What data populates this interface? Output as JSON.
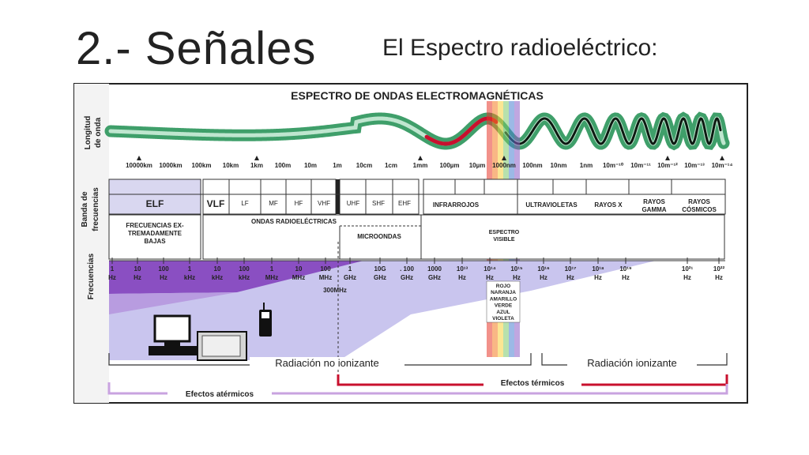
{
  "slide": {
    "title": "2.- Señales",
    "subtitle": "El Espectro radioeléctrico:"
  },
  "diagram": {
    "title": "ESPECTRO DE ONDAS ELECTROMAGNÉTICAS",
    "row_labels": {
      "wavelength": [
        "Longitud",
        "de onda"
      ],
      "band": [
        "Banda de",
        "frecuencias"
      ],
      "freq": "Frecuencias"
    },
    "wavelength_ticks": [
      "10000km",
      "1000km",
      "100km",
      "10km",
      "1km",
      "100m",
      "10m",
      "1m",
      "10cm",
      "1cm",
      "1mm",
      "100µm",
      "10µm",
      "1000nm",
      "100nm",
      "10nm",
      "1nm",
      "10m⁻¹⁰",
      "10m⁻¹¹",
      "10m⁻¹²",
      "10m⁻¹³",
      "10m⁻¹⁴"
    ],
    "bands_radio": [
      "ELF",
      "VLF",
      "LF",
      "MF",
      "HF",
      "VHF",
      "UHF",
      "SHF",
      "EHF"
    ],
    "bands_optical": [
      "INFRARROJOS",
      "ULTRAVIOLETAS",
      "RAYOS X",
      "RAYOS GAMMA",
      "RAYOS CÓSMICOS"
    ],
    "groups": {
      "elf_desc": [
        "FRECUENCIAS EX-",
        "TREMADAMENTE",
        "BAJAS"
      ],
      "radio": "ONDAS RADIOELÉCTRICAS",
      "micro": "MICROONDAS",
      "visible": [
        "ESPECTRO",
        "VISIBLE"
      ]
    },
    "freq_ticks": [
      [
        "1",
        "Hz"
      ],
      [
        "10",
        "Hz"
      ],
      [
        "100",
        "Hz"
      ],
      [
        "1",
        "kHz"
      ],
      [
        "10",
        "kHz"
      ],
      [
        "100",
        "kHz"
      ],
      [
        "1",
        "MHz"
      ],
      [
        "10",
        "MHz"
      ],
      [
        "100",
        "MHz"
      ],
      [
        "1",
        "GHz"
      ],
      [
        "10G",
        "GHz"
      ],
      [
        ". 100",
        "GHz"
      ],
      [
        "1000",
        "GHz"
      ],
      [
        "10¹³",
        "Hz"
      ],
      [
        "10¹⁴",
        "Hz"
      ],
      [
        "10¹⁵",
        "Hz"
      ],
      [
        "10¹⁶",
        "Hz"
      ],
      [
        "10¹⁷",
        "Hz"
      ],
      [
        "10¹⁸",
        "Hz"
      ],
      [
        "10¹⁹",
        "Hz"
      ],
      [
        "10²¹",
        "Hz"
      ],
      [
        "10²²",
        "Hz"
      ]
    ],
    "mhz300": "300MHz",
    "colors_list": [
      "ROJO",
      "NARANJA",
      "AMARILLO",
      "VERDE",
      "AZUL",
      "VIOLETA"
    ],
    "non_ionizing": "Radiación no ionizante",
    "ionizing": "Radiación ionizante",
    "thermal": "Efectos térmicos",
    "athermal": "Efectos atérmicos",
    "colors": {
      "wave_green": "#3f9f6a",
      "wave_light": "#bfe6cf",
      "red": "#c8102e",
      "purple_dark": "#8a4fc2",
      "lavender": "#c9c5ee",
      "athermal_line": "#c9a3e0",
      "thermal_line": "#c8102e"
    }
  }
}
